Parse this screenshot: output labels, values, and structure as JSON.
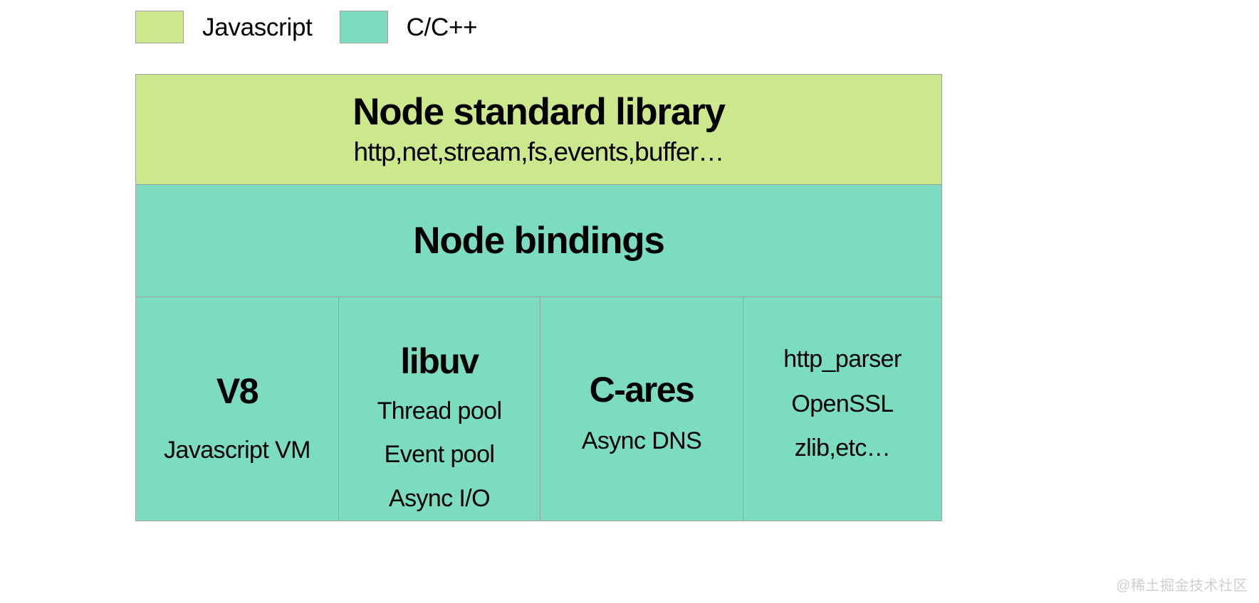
{
  "legend": {
    "items": [
      {
        "label": "Javascript",
        "color": "#cce88c",
        "swatch_name": "legend-swatch-javascript"
      },
      {
        "label": "C/C++",
        "color": "#7bdcc0",
        "swatch_name": "legend-swatch-c-cpp"
      }
    ]
  },
  "diagram": {
    "layers": {
      "standard_library": {
        "title": "Node standard library",
        "subtitle": "http,net,stream,fs,events,buffer…",
        "color": "#cce88c"
      },
      "bindings": {
        "title": "Node bindings",
        "color": "#7bdcc0"
      }
    },
    "columns": [
      {
        "title": "V8",
        "lines": [
          "Javascript VM"
        ],
        "color": "#7bdcc0"
      },
      {
        "title": "libuv",
        "lines": [
          "Thread pool",
          "Event pool",
          "Async I/O"
        ],
        "color": "#7bdcc0"
      },
      {
        "title": "C-ares",
        "lines": [
          "Async DNS"
        ],
        "color": "#7bdcc0"
      },
      {
        "title": "",
        "lines": [
          "http_parser",
          "OpenSSL",
          "zlib,etc…"
        ],
        "color": "#7bdcc0"
      }
    ]
  },
  "watermark": {
    "text": "@稀土掘金技术社区"
  },
  "colors": {
    "javascript_green": "#cce88c",
    "c_cpp_teal": "#7bdcc0",
    "border_gray": "#9aa39a",
    "text_black": "#000000",
    "watermark_gray": "#cfcfcf"
  }
}
